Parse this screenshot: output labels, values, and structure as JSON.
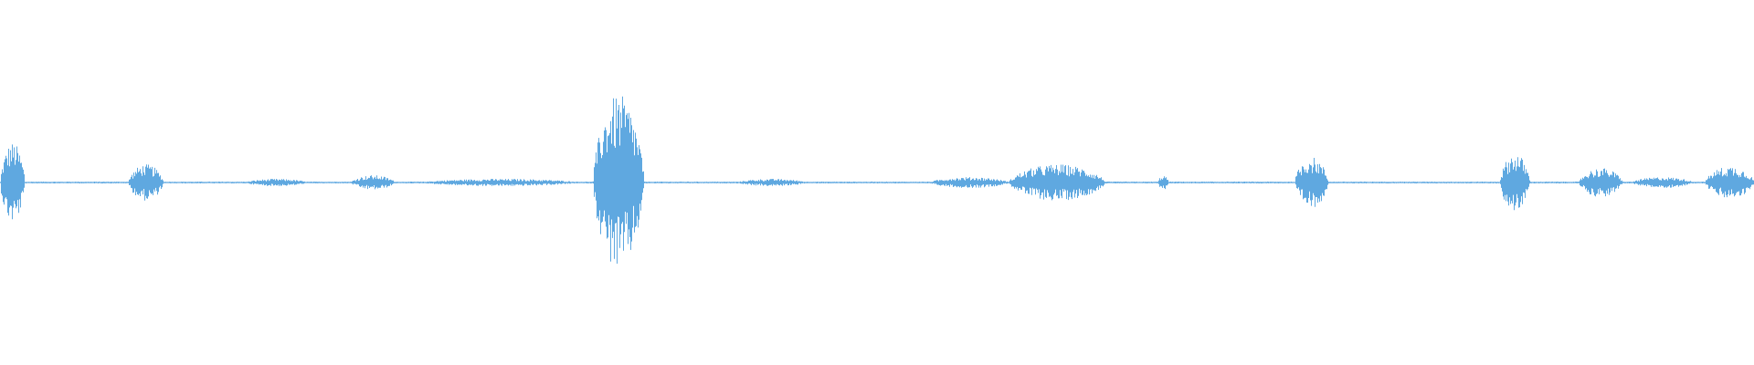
{
  "waveform": {
    "color": "#5FA8E0",
    "background": "#FFFFFF",
    "baseline_amplitude": 0.005,
    "duration": 1.0,
    "bursts": [
      {
        "start": 0.0,
        "end": 0.014,
        "peak": 0.22
      },
      {
        "start": 0.073,
        "end": 0.093,
        "peak": 0.1
      },
      {
        "start": 0.14,
        "end": 0.175,
        "peak": 0.02
      },
      {
        "start": 0.2,
        "end": 0.225,
        "peak": 0.04
      },
      {
        "start": 0.24,
        "end": 0.33,
        "peak": 0.02
      },
      {
        "start": 0.338,
        "end": 0.367,
        "peak": 0.48
      },
      {
        "start": 0.42,
        "end": 0.46,
        "peak": 0.02
      },
      {
        "start": 0.53,
        "end": 0.575,
        "peak": 0.03
      },
      {
        "start": 0.575,
        "end": 0.63,
        "peak": 0.1
      },
      {
        "start": 0.66,
        "end": 0.666,
        "peak": 0.04
      },
      {
        "start": 0.738,
        "end": 0.757,
        "peak": 0.14
      },
      {
        "start": 0.855,
        "end": 0.872,
        "peak": 0.16
      },
      {
        "start": 0.9,
        "end": 0.925,
        "peak": 0.08
      },
      {
        "start": 0.93,
        "end": 0.965,
        "peak": 0.03
      },
      {
        "start": 0.972,
        "end": 1.0,
        "peak": 0.09
      }
    ]
  }
}
